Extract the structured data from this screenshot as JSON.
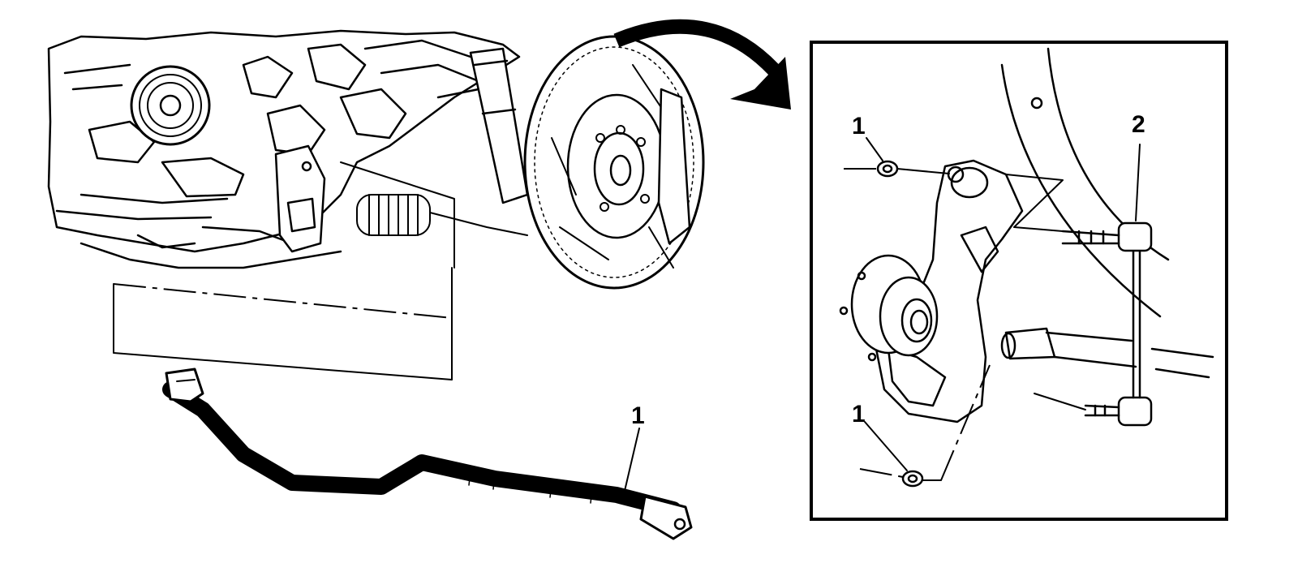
{
  "illustration": {
    "callouts": {
      "main_stabilizer_bar": "1",
      "inset_nut_upper": "1",
      "inset_link": "2",
      "inset_nut_lower": "1"
    },
    "colors": {
      "ink": "#000000",
      "paper": "#ffffff"
    },
    "icons": [
      "curved-arrow-icon"
    ]
  }
}
